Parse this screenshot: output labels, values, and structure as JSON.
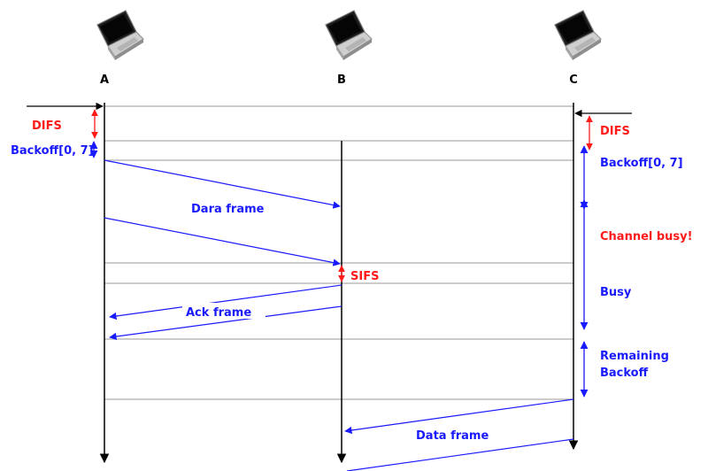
{
  "stations": [
    {
      "id": "A",
      "label": "A"
    },
    {
      "id": "B",
      "label": "B"
    },
    {
      "id": "C",
      "label": "C"
    }
  ],
  "labels": {
    "difs_a": "DIFS",
    "backoff_a": "Backoff[0, 7]",
    "data_frame_1": "Dara frame",
    "sifs": "SIFS",
    "ack_frame": "Ack frame",
    "difs_c": "DIFS",
    "backoff_c": "Backoff[0, 7]",
    "channel_busy": "Channel busy!",
    "busy": "Busy",
    "remaining_backoff_line1": "Remaining",
    "remaining_backoff_line2": "Backoff",
    "data_frame_2": "Data frame"
  },
  "colors": {
    "timing_red": "#ff1a1a",
    "frame_blue": "#1a1aff",
    "line_gray": "#9a9a9a",
    "axis_black": "#000000"
  },
  "icons": {
    "station_icon": "laptop-icon"
  }
}
